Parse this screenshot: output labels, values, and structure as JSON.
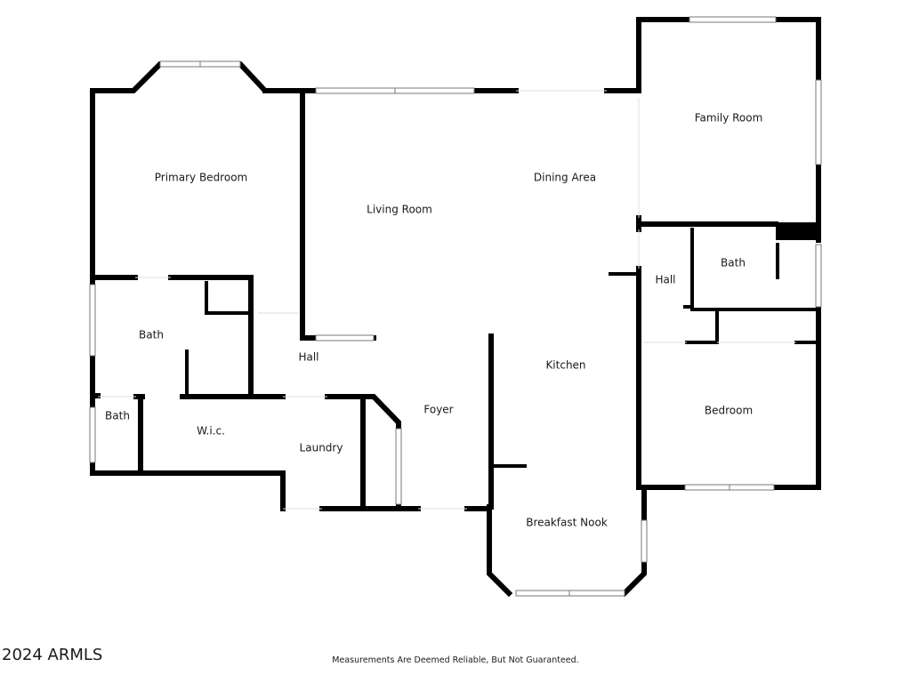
{
  "rooms": {
    "primary_bedroom": "Primary Bedroom",
    "living_room": "Living Room",
    "dining_area": "Dining Area",
    "family_room": "Family Room",
    "bath_primary": "Bath",
    "bath_small": "Bath",
    "bath_right": "Bath",
    "hall_center": "Hall",
    "hall_right": "Hall",
    "wic": "W.i.c.",
    "laundry": "Laundry",
    "foyer": "Foyer",
    "kitchen": "Kitchen",
    "bedroom": "Bedroom",
    "breakfast_nook": "Breakfast Nook"
  },
  "footer": {
    "watermark": "2024 ARMLS",
    "disclaimer": "Measurements Are Deemed Reliable, But Not Guaranteed."
  },
  "colors": {
    "wall": "#000000",
    "background": "#ffffff",
    "text": "#1a1a1a"
  }
}
